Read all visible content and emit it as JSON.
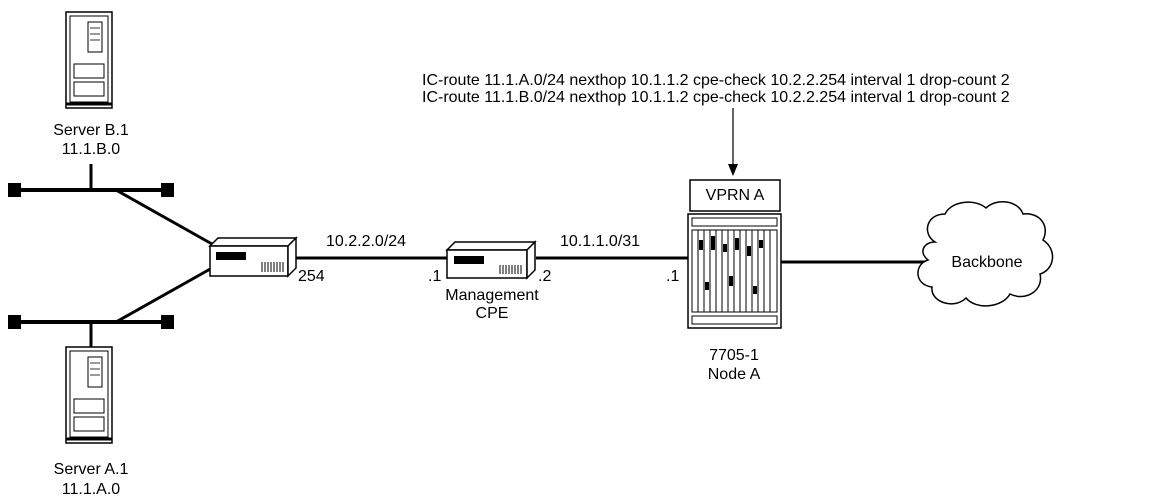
{
  "annotation": {
    "lines": [
      "IC-route 11.1.A.0/24 nexthop 10.1.1.2 cpe-check 10.2.2.254 interval 1 drop-count 2",
      "IC-route 11.1.B.0/24 nexthop 10.1.1.2 cpe-check 10.2.2.254 interval 1 drop-count 2"
    ]
  },
  "servers": {
    "b": {
      "name": "Server B.1",
      "subnet": "11.1.B.0"
    },
    "a": {
      "name": "Server A.1",
      "subnet": "11.1.A.0"
    }
  },
  "links": {
    "lan": "10.2.2.0/24",
    "wan": "10.1.1.0/31"
  },
  "interfaces": {
    "router_lan": "254",
    "cpe_lan": ".1",
    "cpe_wan": ".2",
    "node_wan": ".1"
  },
  "cpe": {
    "line1": "Management",
    "line2": "CPE"
  },
  "vprn": {
    "label": "VPRN A"
  },
  "node": {
    "line1": "7705-1",
    "line2": "Node A"
  },
  "cloud": {
    "label": "Backbone"
  },
  "icons": {
    "server": "server-icon",
    "router": "router-icon",
    "chassis": "chassis-icon",
    "cloud": "cloud-icon"
  }
}
